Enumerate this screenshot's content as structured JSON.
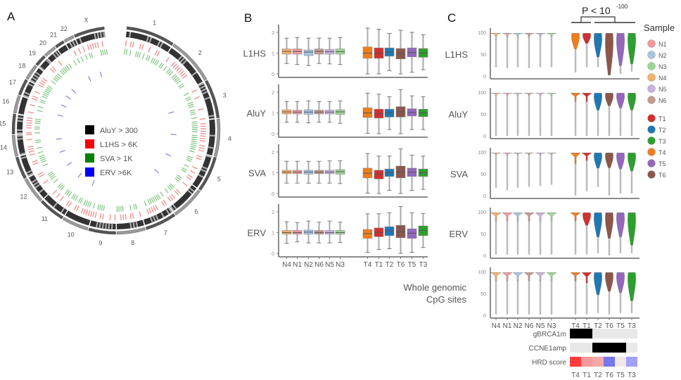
{
  "panels": {
    "A": {
      "letter": "A"
    },
    "B": {
      "letter": "B"
    },
    "C": {
      "letter": "C"
    }
  },
  "chart_data": [
    {
      "type": "circos",
      "panel": "A",
      "chromosomes": [
        "1",
        "2",
        "3",
        "4",
        "5",
        "6",
        "7",
        "8",
        "9",
        "10",
        "11",
        "12",
        "13",
        "14",
        "15",
        "16",
        "17",
        "18",
        "19",
        "20",
        "21",
        "22",
        "X"
      ],
      "legend": [
        {
          "label": "AluY > 300",
          "color": "#000000"
        },
        {
          "label": "L1HS > 6K",
          "color": "#ff0000"
        },
        {
          "label": "SVA > 1K",
          "color": "#008000"
        },
        {
          "label": "ERV >6K",
          "color": "#0000ff"
        }
      ],
      "tracks": [
        "AluY",
        "L1HS",
        "SVA",
        "ERV"
      ]
    },
    {
      "type": "boxplot",
      "panel": "B",
      "ylim": [
        0,
        2.2
      ],
      "yticks": [
        "0",
        "1",
        "2"
      ],
      "categories": [
        "N4",
        "N1",
        "N2",
        "N6",
        "N5",
        "N3",
        "T4",
        "T1",
        "T2",
        "T6",
        "T5",
        "T3"
      ],
      "colors": [
        "#f5b06a",
        "#f4989b",
        "#a8c4e4",
        "#c49a8e",
        "#c8b1dc",
        "#9ad890",
        "#f07d1a",
        "#d32f2f",
        "#1f77b4",
        "#8c564b",
        "#9467bd",
        "#2ca02c"
      ],
      "rows": [
        {
          "label": "L1HS",
          "boxes": [
            {
              "q1": 0.95,
              "med": 1.08,
              "q3": 1.2,
              "lo": 0.5,
              "hi": 1.72
            },
            {
              "q1": 0.95,
              "med": 1.08,
              "q3": 1.2,
              "lo": 0.45,
              "hi": 1.75
            },
            {
              "q1": 0.88,
              "med": 1.05,
              "q3": 1.15,
              "lo": 0.4,
              "hi": 1.72
            },
            {
              "q1": 0.95,
              "med": 1.08,
              "q3": 1.2,
              "lo": 0.5,
              "hi": 1.72
            },
            {
              "q1": 0.95,
              "med": 1.07,
              "q3": 1.18,
              "lo": 0.48,
              "hi": 1.72
            },
            {
              "q1": 0.95,
              "med": 1.07,
              "q3": 1.2,
              "lo": 0.45,
              "hi": 1.75
            },
            {
              "q1": 0.75,
              "med": 1.0,
              "q3": 1.3,
              "lo": 0.0,
              "hi": 2.2
            },
            {
              "q1": 0.75,
              "med": 1.0,
              "q3": 1.25,
              "lo": 0.0,
              "hi": 2.15
            },
            {
              "q1": 0.85,
              "med": 1.05,
              "q3": 1.25,
              "lo": 0.15,
              "hi": 1.95
            },
            {
              "q1": 0.72,
              "med": 0.98,
              "q3": 1.22,
              "lo": 0.0,
              "hi": 2.1
            },
            {
              "q1": 0.82,
              "med": 1.02,
              "q3": 1.25,
              "lo": 0.08,
              "hi": 2.0
            },
            {
              "q1": 0.8,
              "med": 1.0,
              "q3": 1.22,
              "lo": 0.2,
              "hi": 1.88
            }
          ]
        },
        {
          "label": "AluY",
          "boxes": [
            {
              "q1": 0.95,
              "med": 1.05,
              "q3": 1.15,
              "lo": 0.55,
              "hi": 1.55
            },
            {
              "q1": 0.95,
              "med": 1.04,
              "q3": 1.13,
              "lo": 0.55,
              "hi": 1.55
            },
            {
              "q1": 0.93,
              "med": 1.04,
              "q3": 1.15,
              "lo": 0.52,
              "hi": 1.58
            },
            {
              "q1": 0.95,
              "med": 1.04,
              "q3": 1.13,
              "lo": 0.55,
              "hi": 1.55
            },
            {
              "q1": 0.95,
              "med": 1.04,
              "q3": 1.13,
              "lo": 0.55,
              "hi": 1.55
            },
            {
              "q1": 0.93,
              "med": 1.05,
              "q3": 1.15,
              "lo": 0.5,
              "hi": 1.58
            },
            {
              "q1": 0.78,
              "med": 1.0,
              "q3": 1.25,
              "lo": 0.02,
              "hi": 1.95
            },
            {
              "q1": 0.75,
              "med": 0.97,
              "q3": 1.18,
              "lo": 0.0,
              "hi": 1.9
            },
            {
              "q1": 0.8,
              "med": 1.0,
              "q3": 1.18,
              "lo": 0.2,
              "hi": 1.78
            },
            {
              "q1": 0.8,
              "med": 1.05,
              "q3": 1.3,
              "lo": 0.0,
              "hi": 2.12
            },
            {
              "q1": 0.85,
              "med": 1.02,
              "q3": 1.2,
              "lo": 0.2,
              "hi": 1.82
            },
            {
              "q1": 0.82,
              "med": 1.0,
              "q3": 1.18,
              "lo": 0.2,
              "hi": 1.78
            }
          ]
        },
        {
          "label": "SVA",
          "boxes": [
            {
              "q1": 0.95,
              "med": 1.03,
              "q3": 1.12,
              "lo": 0.5,
              "hi": 1.55
            },
            {
              "q1": 0.95,
              "med": 1.03,
              "q3": 1.12,
              "lo": 0.5,
              "hi": 1.55
            },
            {
              "q1": 0.93,
              "med": 1.03,
              "q3": 1.12,
              "lo": 0.5,
              "hi": 1.55
            },
            {
              "q1": 0.95,
              "med": 1.03,
              "q3": 1.12,
              "lo": 0.5,
              "hi": 1.55
            },
            {
              "q1": 0.95,
              "med": 1.03,
              "q3": 1.12,
              "lo": 0.5,
              "hi": 1.57
            },
            {
              "q1": 0.93,
              "med": 1.05,
              "q3": 1.15,
              "lo": 0.48,
              "hi": 1.58
            },
            {
              "q1": 0.75,
              "med": 0.98,
              "q3": 1.22,
              "lo": 0.02,
              "hi": 1.92
            },
            {
              "q1": 0.7,
              "med": 0.92,
              "q3": 1.12,
              "lo": 0.0,
              "hi": 1.8
            },
            {
              "q1": 0.82,
              "med": 1.0,
              "q3": 1.18,
              "lo": 0.15,
              "hi": 1.8
            },
            {
              "q1": 0.75,
              "med": 1.03,
              "q3": 1.32,
              "lo": 0.0,
              "hi": 2.15
            },
            {
              "q1": 0.82,
              "med": 1.02,
              "q3": 1.22,
              "lo": 0.15,
              "hi": 1.85
            },
            {
              "q1": 0.82,
              "med": 1.0,
              "q3": 1.18,
              "lo": 0.2,
              "hi": 1.8
            }
          ]
        },
        {
          "label": "ERV",
          "boxes": [
            {
              "q1": 0.92,
              "med": 1.0,
              "q3": 1.1,
              "lo": 0.48,
              "hi": 1.52
            },
            {
              "q1": 0.92,
              "med": 1.0,
              "q3": 1.1,
              "lo": 0.55,
              "hi": 1.48
            },
            {
              "q1": 0.92,
              "med": 1.02,
              "q3": 1.12,
              "lo": 0.5,
              "hi": 1.55
            },
            {
              "q1": 0.92,
              "med": 1.0,
              "q3": 1.1,
              "lo": 0.5,
              "hi": 1.5
            },
            {
              "q1": 0.92,
              "med": 1.0,
              "q3": 1.1,
              "lo": 0.5,
              "hi": 1.55
            },
            {
              "q1": 0.92,
              "med": 1.0,
              "q3": 1.1,
              "lo": 0.52,
              "hi": 1.5
            },
            {
              "q1": 0.72,
              "med": 0.95,
              "q3": 1.15,
              "lo": 0.05,
              "hi": 1.9
            },
            {
              "q1": 0.8,
              "med": 1.0,
              "q3": 1.22,
              "lo": 0.18,
              "hi": 1.9
            },
            {
              "q1": 0.85,
              "med": 1.08,
              "q3": 1.28,
              "lo": 0.22,
              "hi": 1.95
            },
            {
              "q1": 0.75,
              "med": 1.03,
              "q3": 1.35,
              "lo": 0.0,
              "hi": 2.25
            },
            {
              "q1": 0.72,
              "med": 0.97,
              "q3": 1.18,
              "lo": 0.05,
              "hi": 1.95
            },
            {
              "q1": 0.85,
              "med": 1.1,
              "q3": 1.32,
              "lo": 0.28,
              "hi": 1.92
            }
          ]
        }
      ],
      "xtick_labels": [
        "N4",
        "N1",
        "N2",
        "N6",
        "N5",
        "N3",
        "T4",
        "T1",
        "T2",
        "T6",
        "T5",
        "T3"
      ]
    },
    {
      "type": "violin",
      "panel": "C",
      "ylim": [
        0,
        100
      ],
      "yticks": [
        "0",
        "50",
        "100"
      ],
      "categories": [
        "N4",
        "N1",
        "N2",
        "N6",
        "N5",
        "N3",
        "T4",
        "T1",
        "T2",
        "T6",
        "T5",
        "T3"
      ],
      "annotation": {
        "text": "P < 10",
        "superscript": "-100",
        "comparison": [
          "T4,T1",
          "T2,T6,T5,T3"
        ]
      },
      "rows": [
        {
          "label": "L1HS",
          "median": [
            92,
            92,
            92,
            92,
            92,
            92,
            88,
            90,
            50,
            50,
            55,
            45
          ],
          "min": [
            20,
            18,
            20,
            18,
            20,
            20,
            8,
            20,
            20,
            2,
            5,
            10
          ],
          "spread": [
            0.1,
            0.1,
            0.1,
            0.1,
            0.1,
            0.1,
            0.4,
            0.3,
            0.7,
            1.0,
            0.8,
            0.8
          ]
        },
        {
          "label": "AluY",
          "median": [
            97,
            97,
            97,
            97,
            97,
            97,
            96,
            96,
            94,
            94,
            94,
            94
          ],
          "min": [
            0,
            0,
            0,
            0,
            0,
            0,
            0,
            0,
            0,
            0,
            0,
            0
          ],
          "spread": [
            0.05,
            0.05,
            0.05,
            0.05,
            0.05,
            0.05,
            0.2,
            0.2,
            0.4,
            0.3,
            0.35,
            0.4
          ]
        },
        {
          "label": "SVA",
          "median": [
            98,
            98,
            98,
            98,
            98,
            98,
            96,
            97,
            94,
            94,
            94,
            94
          ],
          "min": [
            18,
            12,
            18,
            20,
            22,
            25,
            0,
            10,
            20,
            0,
            5,
            5
          ],
          "spread": [
            0.05,
            0.05,
            0.05,
            0.05,
            0.05,
            0.05,
            0.25,
            0.2,
            0.45,
            0.35,
            0.4,
            0.45
          ]
        },
        {
          "label": "ERV",
          "median": [
            92,
            92,
            92,
            92,
            92,
            92,
            92,
            90,
            75,
            75,
            75,
            55
          ],
          "min": [
            2,
            2,
            2,
            2,
            2,
            2,
            2,
            2,
            5,
            0,
            5,
            5
          ],
          "spread": [
            0.2,
            0.2,
            0.2,
            0.2,
            0.2,
            0.2,
            0.2,
            0.3,
            0.6,
            0.6,
            0.6,
            0.8
          ]
        },
        {
          "label": "Whole genomic CpG sites",
          "label_lines": [
            "Whole genomic",
            "CpG sites"
          ],
          "median": [
            92,
            92,
            92,
            92,
            92,
            92,
            92,
            92,
            80,
            80,
            80,
            65
          ],
          "min": [
            2,
            2,
            2,
            2,
            2,
            2,
            2,
            2,
            5,
            2,
            5,
            5
          ],
          "spread": [
            0.2,
            0.2,
            0.2,
            0.2,
            0.2,
            0.2,
            0.2,
            0.25,
            0.55,
            0.45,
            0.5,
            0.7
          ]
        }
      ],
      "xtick_labels": [
        "N4",
        "N1",
        "N2",
        "N6",
        "N5",
        "N3",
        "T4",
        "T1",
        "T2",
        "T6",
        "T5",
        "T3"
      ],
      "legend": {
        "title": "Sample",
        "items": [
          {
            "label": "N1",
            "color": "#f4989b"
          },
          {
            "label": "N2",
            "color": "#a8c4e4"
          },
          {
            "label": "N3",
            "color": "#9ad890"
          },
          {
            "label": "N4",
            "color": "#f5b06a"
          },
          {
            "label": "N5",
            "color": "#c8b1dc"
          },
          {
            "label": "N6",
            "color": "#c49a8e"
          },
          {
            "label": "T1",
            "color": "#d32f2f"
          },
          {
            "label": "T2",
            "color": "#1f77b4"
          },
          {
            "label": "T3",
            "color": "#2ca02c"
          },
          {
            "label": "T4",
            "color": "#f07d1a"
          },
          {
            "label": "T5",
            "color": "#9467bd"
          },
          {
            "label": "T6",
            "color": "#8c564b"
          }
        ]
      },
      "annotation_tracks": {
        "samples": [
          "T4",
          "T1",
          "T2",
          "T6",
          "T5",
          "T3"
        ],
        "rows": [
          {
            "label": "gBRCA1m",
            "values": [
              1,
              1,
              0,
              0,
              0,
              0
            ]
          },
          {
            "label": "CCNE1amp",
            "values": [
              0,
              0,
              1,
              1,
              1,
              0
            ]
          },
          {
            "label": "HRD score",
            "colors": [
              "#ff3b3b",
              "#f59a9a",
              "#f5a8a8",
              "#7777ee",
              "#f0e8e8",
              "#a0a0f5"
            ]
          }
        ]
      }
    }
  ]
}
